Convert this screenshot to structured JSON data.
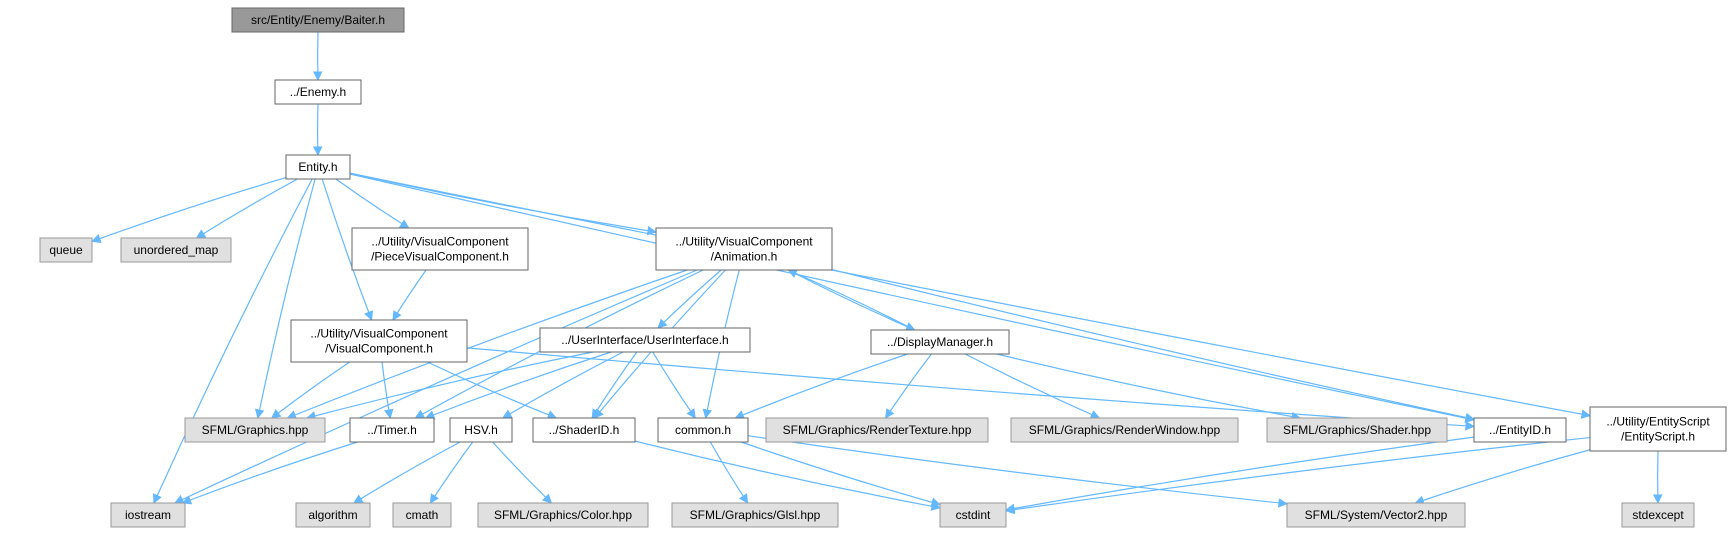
{
  "colors": {
    "root_fill": "#999999",
    "root_stroke": "#666666",
    "node_fill": "#ffffff",
    "node_stroke": "#666666",
    "external_fill": "#e0e0e0",
    "external_stroke": "#999999",
    "edge": "#63b8ff"
  },
  "nodes": [
    {
      "id": "baiter",
      "lines": [
        "src/Entity/Enemy/Baiter.h"
      ],
      "kind": "root"
    },
    {
      "id": "enemy",
      "lines": [
        "../Enemy.h"
      ],
      "kind": "local"
    },
    {
      "id": "entity",
      "lines": [
        "Entity.h"
      ],
      "kind": "local"
    },
    {
      "id": "queue",
      "lines": [
        "queue"
      ],
      "kind": "external"
    },
    {
      "id": "unordered_map",
      "lines": [
        "unordered_map"
      ],
      "kind": "external"
    },
    {
      "id": "piece_visual",
      "lines": [
        "../Utility/VisualComponent",
        "/PieceVisualComponent.h"
      ],
      "kind": "local"
    },
    {
      "id": "animation",
      "lines": [
        "../Utility/VisualComponent",
        "/Animation.h"
      ],
      "kind": "local"
    },
    {
      "id": "visual_component",
      "lines": [
        "../Utility/VisualComponent",
        "/VisualComponent.h"
      ],
      "kind": "local"
    },
    {
      "id": "user_interface",
      "lines": [
        "../UserInterface/UserInterface.h"
      ],
      "kind": "local"
    },
    {
      "id": "display_manager",
      "lines": [
        "../DisplayManager.h"
      ],
      "kind": "local"
    },
    {
      "id": "sfml_graphics",
      "lines": [
        "SFML/Graphics.hpp"
      ],
      "kind": "external"
    },
    {
      "id": "timer",
      "lines": [
        "../Timer.h"
      ],
      "kind": "local"
    },
    {
      "id": "hsv",
      "lines": [
        "HSV.h"
      ],
      "kind": "local"
    },
    {
      "id": "shader_id",
      "lines": [
        "../ShaderID.h"
      ],
      "kind": "local"
    },
    {
      "id": "common",
      "lines": [
        "common.h"
      ],
      "kind": "local"
    },
    {
      "id": "render_texture",
      "lines": [
        "SFML/Graphics/RenderTexture.hpp"
      ],
      "kind": "external"
    },
    {
      "id": "render_window",
      "lines": [
        "SFML/Graphics/RenderWindow.hpp"
      ],
      "kind": "external"
    },
    {
      "id": "shader",
      "lines": [
        "SFML/Graphics/Shader.hpp"
      ],
      "kind": "external"
    },
    {
      "id": "entity_id",
      "lines": [
        "../EntityID.h"
      ],
      "kind": "local"
    },
    {
      "id": "entity_script",
      "lines": [
        "../Utility/EntityScript",
        "/EntityScript.h"
      ],
      "kind": "local"
    },
    {
      "id": "iostream",
      "lines": [
        "iostream"
      ],
      "kind": "external"
    },
    {
      "id": "algorithm",
      "lines": [
        "algorithm"
      ],
      "kind": "external"
    },
    {
      "id": "cmath",
      "lines": [
        "cmath"
      ],
      "kind": "external"
    },
    {
      "id": "color",
      "lines": [
        "SFML/Graphics/Color.hpp"
      ],
      "kind": "external"
    },
    {
      "id": "glsl",
      "lines": [
        "SFML/Graphics/Glsl.hpp"
      ],
      "kind": "external"
    },
    {
      "id": "cstdint",
      "lines": [
        "cstdint"
      ],
      "kind": "external"
    },
    {
      "id": "vector2",
      "lines": [
        "SFML/System/Vector2.hpp"
      ],
      "kind": "external"
    },
    {
      "id": "stdexcept",
      "lines": [
        "stdexcept"
      ],
      "kind": "external"
    }
  ],
  "edges": [
    [
      "baiter",
      "enemy"
    ],
    [
      "enemy",
      "entity"
    ],
    [
      "entity",
      "iostream"
    ],
    [
      "entity",
      "queue"
    ],
    [
      "entity",
      "unordered_map"
    ],
    [
      "entity",
      "sfml_graphics"
    ],
    [
      "entity",
      "visual_component"
    ],
    [
      "entity",
      "piece_visual"
    ],
    [
      "entity",
      "animation"
    ],
    [
      "entity",
      "entity_id"
    ],
    [
      "entity",
      "entity_script"
    ],
    [
      "piece_visual",
      "visual_component"
    ],
    [
      "animation",
      "iostream"
    ],
    [
      "animation",
      "sfml_graphics"
    ],
    [
      "animation",
      "timer"
    ],
    [
      "animation",
      "user_interface"
    ],
    [
      "animation",
      "shader_id"
    ],
    [
      "animation",
      "common"
    ],
    [
      "animation",
      "display_manager"
    ],
    [
      "animation",
      "entity_id"
    ],
    [
      "visual_component",
      "sfml_graphics"
    ],
    [
      "visual_component",
      "timer"
    ],
    [
      "visual_component",
      "shader_id"
    ],
    [
      "visual_component",
      "entity_id"
    ],
    [
      "user_interface",
      "sfml_graphics"
    ],
    [
      "user_interface",
      "timer"
    ],
    [
      "user_interface",
      "hsv"
    ],
    [
      "user_interface",
      "shader_id"
    ],
    [
      "user_interface",
      "common"
    ],
    [
      "display_manager",
      "animation"
    ],
    [
      "display_manager",
      "common"
    ],
    [
      "display_manager",
      "render_texture"
    ],
    [
      "display_manager",
      "render_window"
    ],
    [
      "display_manager",
      "shader"
    ],
    [
      "timer",
      "iostream"
    ],
    [
      "hsv",
      "algorithm"
    ],
    [
      "hsv",
      "cmath"
    ],
    [
      "hsv",
      "color"
    ],
    [
      "shader_id",
      "cstdint"
    ],
    [
      "common",
      "glsl"
    ],
    [
      "common",
      "cstdint"
    ],
    [
      "common",
      "vector2"
    ],
    [
      "entity_id",
      "cstdint"
    ],
    [
      "entity_script",
      "cstdint"
    ],
    [
      "entity_script",
      "vector2"
    ],
    [
      "entity_script",
      "stdexcept"
    ]
  ]
}
